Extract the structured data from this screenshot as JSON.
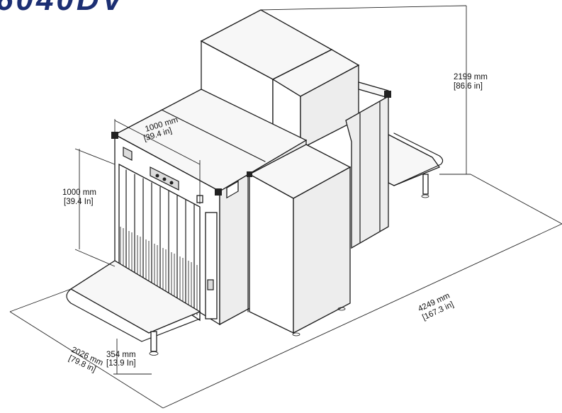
{
  "logo": {
    "text": "6040DV",
    "color": "#1c2f73"
  },
  "dimensions": {
    "overall_height_mm": "2199 mm",
    "overall_height_in": "[86.6 in]",
    "tunnel_width_mm": "1000 mm",
    "tunnel_width_in": "[39.4 in]",
    "tunnel_height_mm": "1000 mm",
    "tunnel_height_in": "[39.4 In]",
    "conveyor_height_mm": "354 mm",
    "conveyor_height_in": "[13.9 In]",
    "overall_width_mm": "2026 mm",
    "overall_width_in": "[79.8 in]",
    "overall_length_mm": "4249 mm",
    "overall_length_in": "[167.3 in]"
  }
}
